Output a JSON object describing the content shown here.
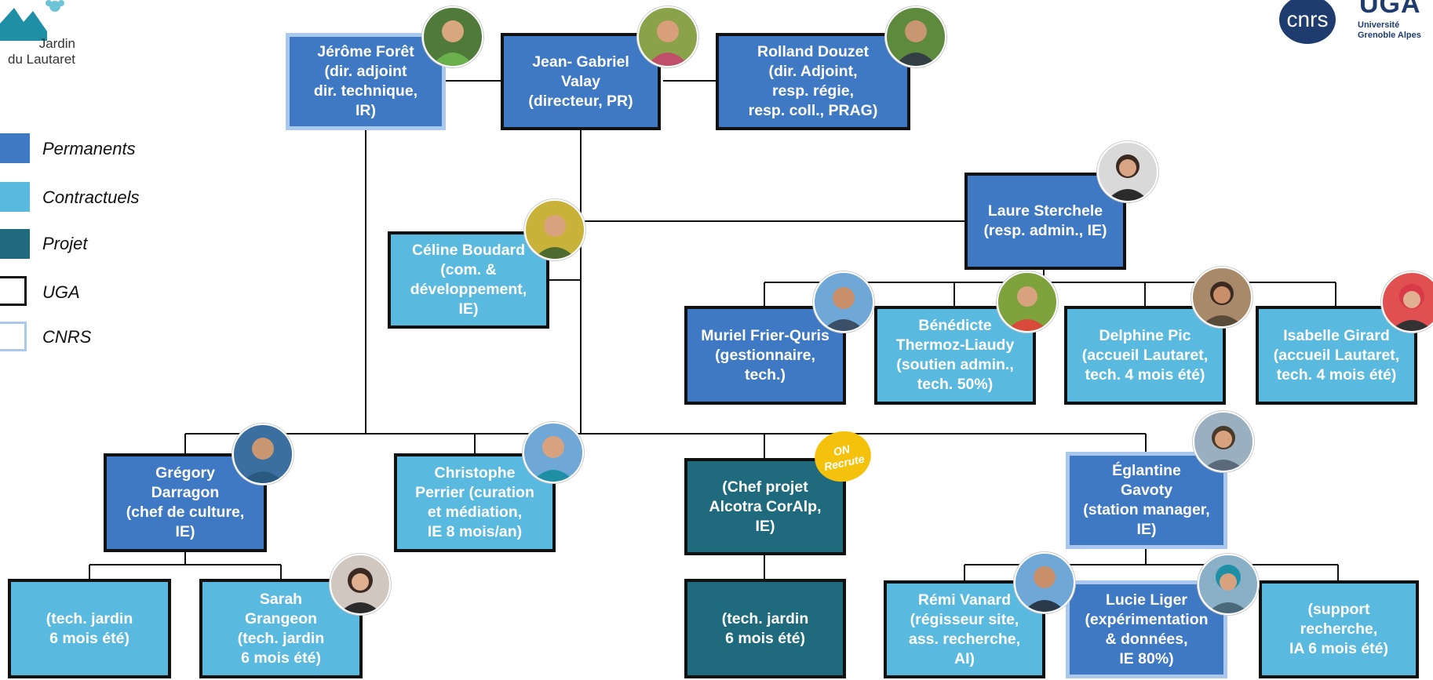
{
  "logos": {
    "jardin": "Jardin\ndu Lautaret",
    "cnrs": "cnrs",
    "uga_letters": "UGA",
    "uga_subtitle": "Université\nGrenoble Alpes"
  },
  "legend": [
    {
      "label": "Permanents",
      "type": "perm"
    },
    {
      "label": "Contractuels",
      "type": "contr"
    },
    {
      "label": "Projet",
      "type": "proj"
    },
    {
      "label": "UGA",
      "type": "uga"
    },
    {
      "label": "CNRS",
      "type": "cnrs"
    }
  ],
  "nodes": {
    "jerome": {
      "text": "Jérôme Forêt\n(dir. adjoint\ndir. technique,\nIR)",
      "type": "perm",
      "org": "cnrs"
    },
    "jean_gabriel": {
      "text": "Jean- Gabriel\nValay\n(directeur, PR)",
      "type": "perm",
      "org": "uga"
    },
    "rolland": {
      "text": "Rolland Douzet\n(dir. Adjoint,\nresp. régie,\nresp. coll., PRAG)",
      "type": "perm",
      "org": "uga"
    },
    "laure": {
      "text": "Laure Sterchele\n(resp. admin., IE)",
      "type": "perm",
      "org": "uga"
    },
    "celine": {
      "text": "Céline Boudard\n(com. &\ndéveloppement,\nIE)",
      "type": "contr",
      "org": "uga"
    },
    "muriel": {
      "text": "Muriel Frier-Quris\n(gestionnaire,\ntech.)",
      "type": "perm",
      "org": "uga"
    },
    "benedicte": {
      "text": "Bénédicte\nThermoz-Liaudy\n(soutien admin.,\ntech. 50%)",
      "type": "contr",
      "org": "uga"
    },
    "delphine": {
      "text": "Delphine Pic\n(accueil Lautaret,\ntech. 4 mois été)",
      "type": "contr",
      "org": "uga"
    },
    "isabelle": {
      "text": "Isabelle Girard\n(accueil Lautaret,\ntech. 4 mois été)",
      "type": "contr",
      "org": "uga"
    },
    "gregory": {
      "text": "Grégory\nDarragon\n(chef de culture,\nIE)",
      "type": "perm",
      "org": "uga"
    },
    "christophe": {
      "text": "Christophe\nPerrier (curation\net médiation,\nIE 8 mois/an)",
      "type": "contr",
      "org": "uga"
    },
    "chef_projet": {
      "text": "(Chef projet\nAlcotra CorAlp,\nIE)",
      "type": "proj",
      "org": "uga"
    },
    "eglantine": {
      "text": "Églantine\nGavoty\n(station manager,\nIE)",
      "type": "perm",
      "org": "cnrs"
    },
    "tech_jardin_1": {
      "text": "(tech. jardin\n6 mois été)",
      "type": "contr",
      "org": "uga"
    },
    "sarah": {
      "text": "Sarah\nGrangeon\n(tech. jardin\n6 mois été)",
      "type": "contr",
      "org": "uga"
    },
    "tech_jardin_proj": {
      "text": "(tech. jardin\n6 mois été)",
      "type": "proj",
      "org": "uga"
    },
    "remi": {
      "text": "Rémi Vanard\n(régisseur site,\nass. recherche,\nAI)",
      "type": "contr",
      "org": "uga"
    },
    "lucie": {
      "text": "Lucie Liger\n(expérimentation\n& données,\nIE 80%)",
      "type": "perm",
      "org": "cnrs"
    },
    "support": {
      "text": "(support\nrecherche,\nIA 6 mois été)",
      "type": "contr",
      "org": "uga"
    }
  },
  "badge": {
    "text": "ON\nRecrute"
  },
  "colors": {
    "permanents": "#3f78c3",
    "contractuels": "#5ab9df",
    "projet": "#1f6a7d",
    "uga_border": "#111111",
    "cnrs_border": "#a9c8ec",
    "cnrs_logo": "#1e3c6e"
  }
}
